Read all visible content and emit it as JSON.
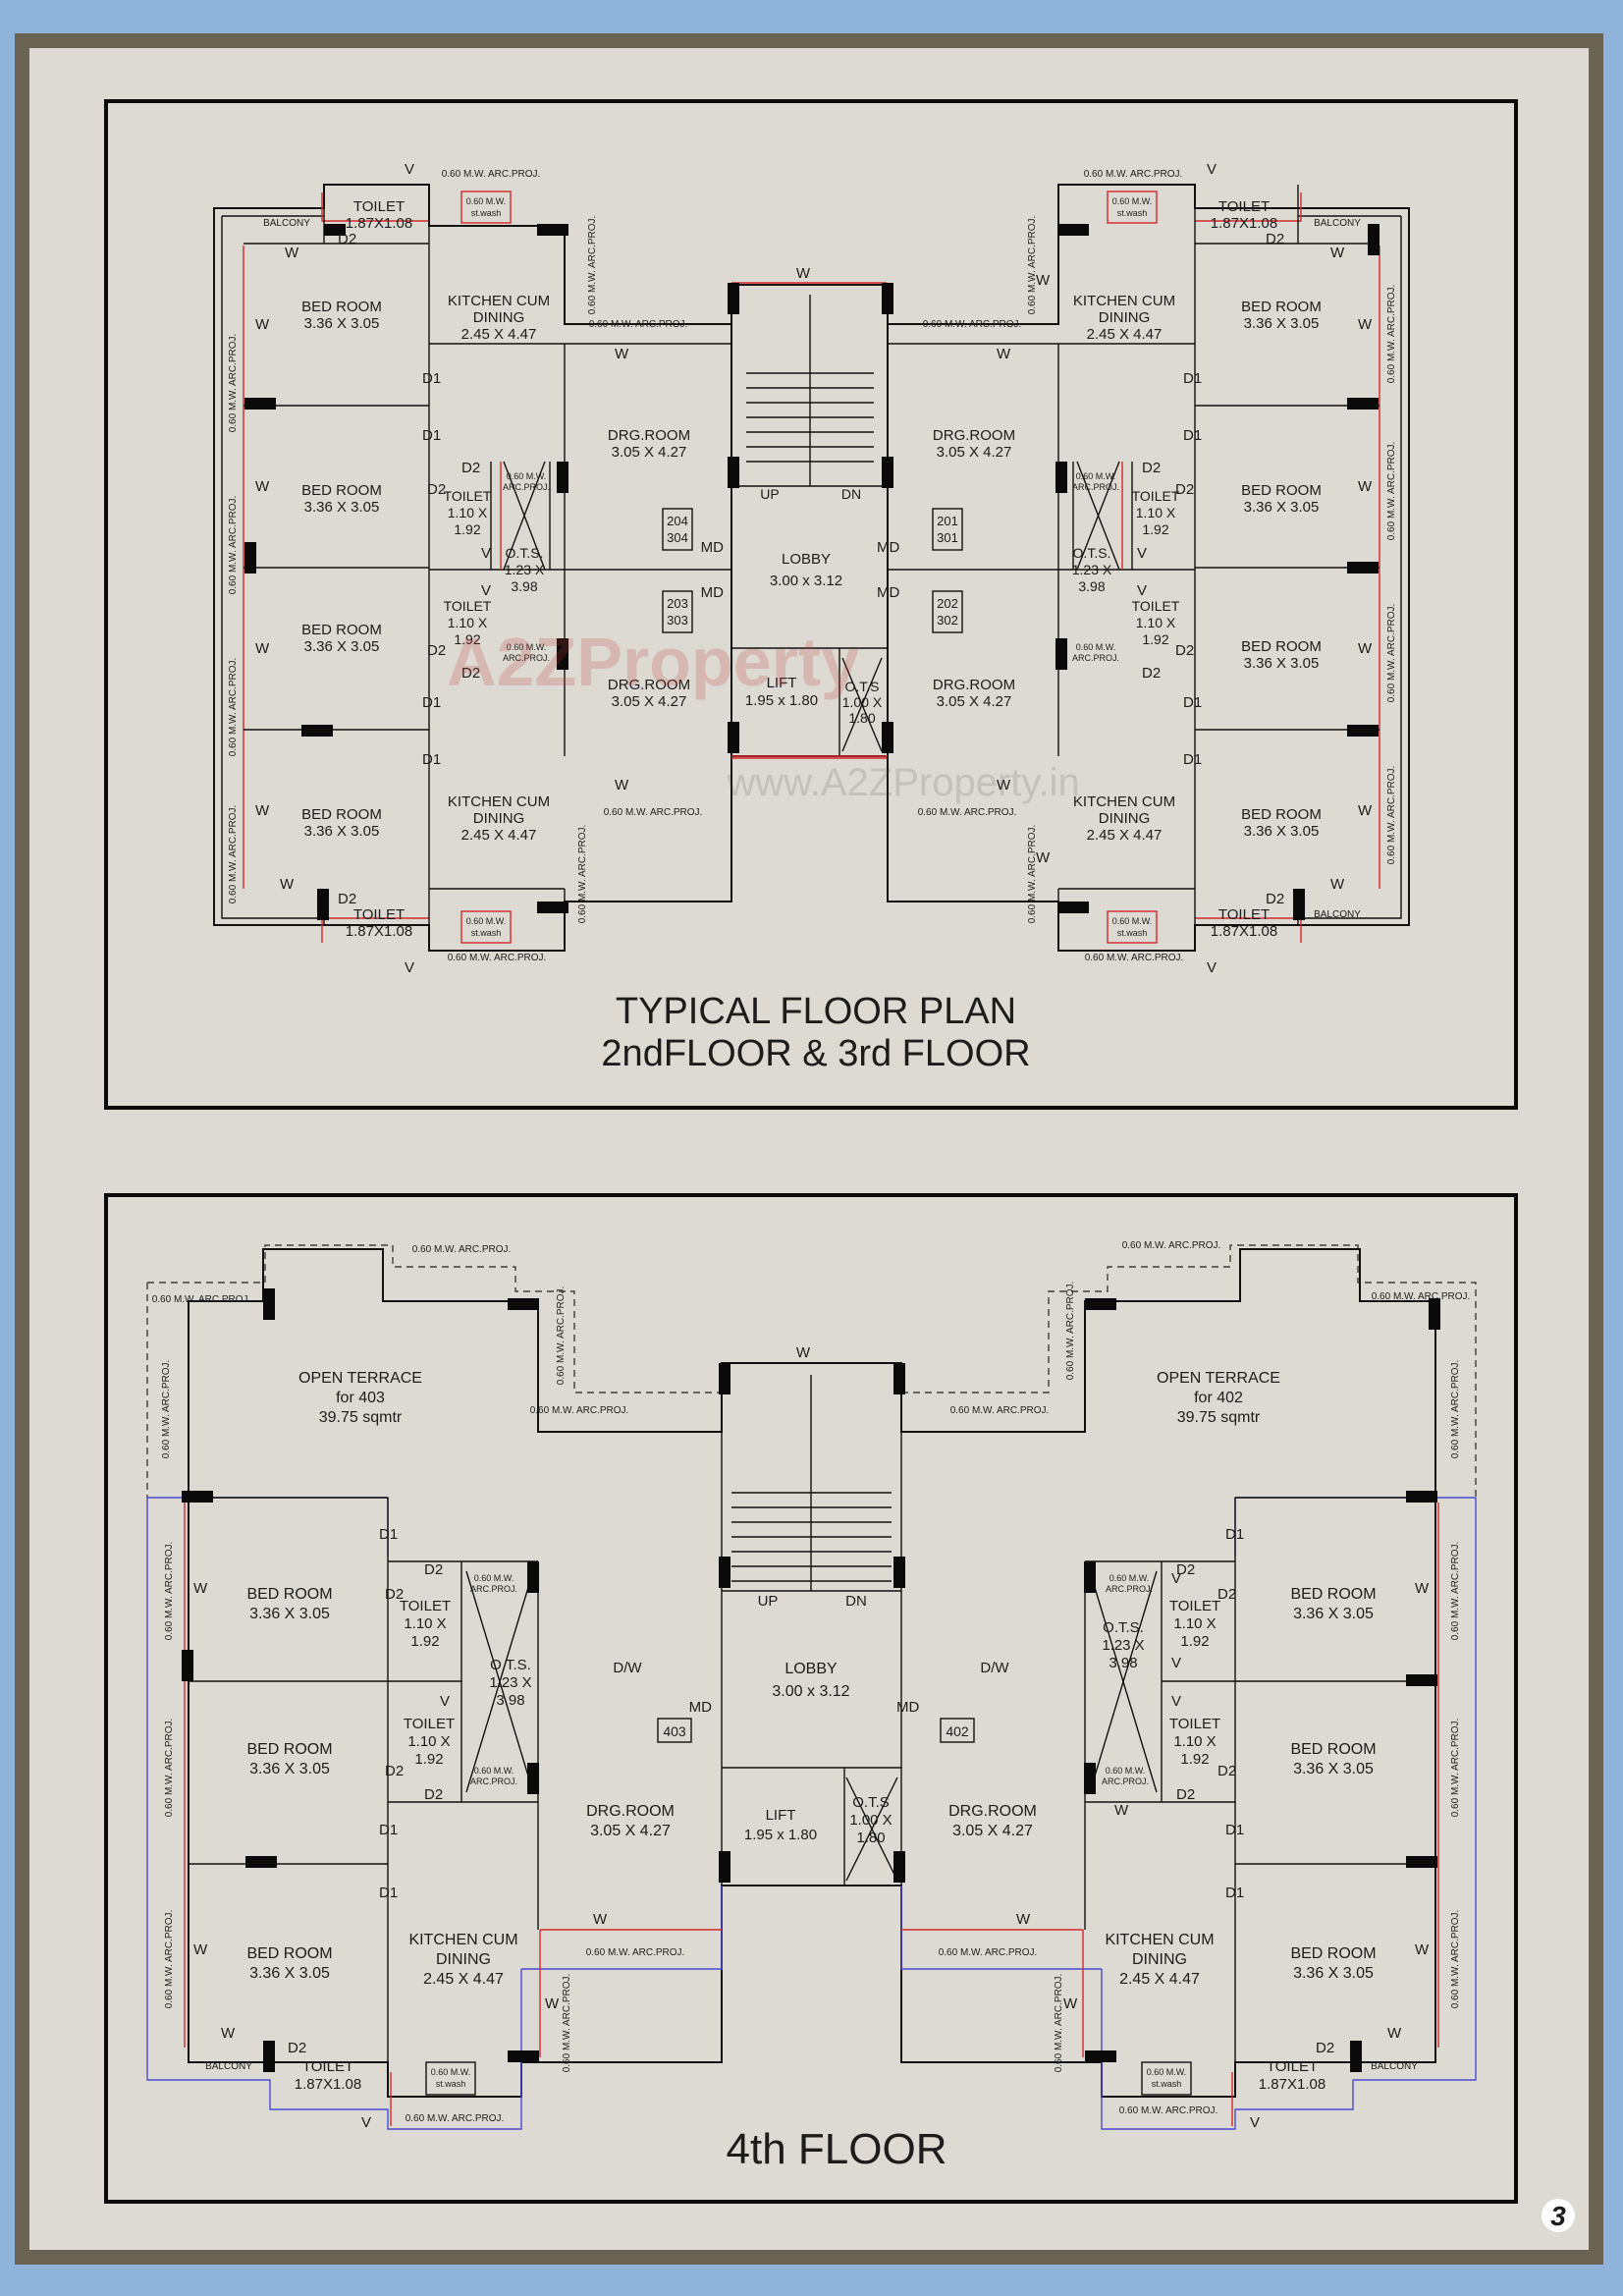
{
  "plans": [
    {
      "title_line1": "TYPICAL FLOOR  PLAN",
      "title_line2": "2ndFLOOR & 3rd FLOOR"
    },
    {
      "title_line1": "4th FLOOR"
    }
  ],
  "page_number": "3",
  "watermark": {
    "logo": "A2ZProperty",
    "url": "www.A2ZProperty.in"
  },
  "typical": {
    "toilet_top_left": [
      "TOILET",
      "1.87X1.08"
    ],
    "toilet_top_right": [
      "TOILET",
      "1.87X1.08"
    ],
    "toilet_bot_left": [
      "TOILET",
      "1.87X1.08"
    ],
    "toilet_bot_right": [
      "TOILET",
      "1.87X1.08"
    ],
    "bed": [
      "BED ROOM",
      "3.36 X 3.05"
    ],
    "kitchen": [
      "KITCHEN CUM",
      "DINING",
      "2.45 X 4.47"
    ],
    "drg": [
      "DRG.ROOM",
      "3.05 X 4.27"
    ],
    "drg_rd": [
      "DRG.ROOM",
      "3.05 X 4.27"
    ],
    "toilet_small": [
      "TOILET",
      "1.10 X",
      "1.92"
    ],
    "ots": [
      "O.T.S.",
      "1.23 X",
      "3.98"
    ],
    "lobby": [
      "LOBBY",
      "3.00 x 3.12"
    ],
    "lift": [
      "LIFT",
      "1.95 x 1.80"
    ],
    "ots_lift": [
      "O.T.S",
      "1.00 X",
      "1.80"
    ],
    "units": [
      [
        "204",
        "304"
      ],
      [
        "201",
        "301"
      ],
      [
        "203",
        "303"
      ],
      [
        "202",
        "302"
      ]
    ],
    "balcony": "BALCONY",
    "arc": "0.60 M.W. ARC.PROJ.",
    "arc_v": "0.60 M.W. ARC.PROJ.",
    "stwash": [
      "0.60 M.W.",
      "st.wash"
    ],
    "arcproj2": [
      "0.60 M.W.",
      "ARC.PROJ."
    ],
    "up": "UP",
    "dn": "DN",
    "codes": {
      "w": "W",
      "v": "V",
      "d1": "D1",
      "d2": "D2",
      "md": "MD",
      "dw": "D/W"
    }
  },
  "fourth": {
    "terrace_403": [
      "OPEN TERRACE",
      "for 403",
      "39.75 sqmtr"
    ],
    "terrace_402": [
      "OPEN TERRACE",
      "for 402",
      "39.75 sqmtr"
    ],
    "units": [
      "403",
      "402"
    ]
  }
}
